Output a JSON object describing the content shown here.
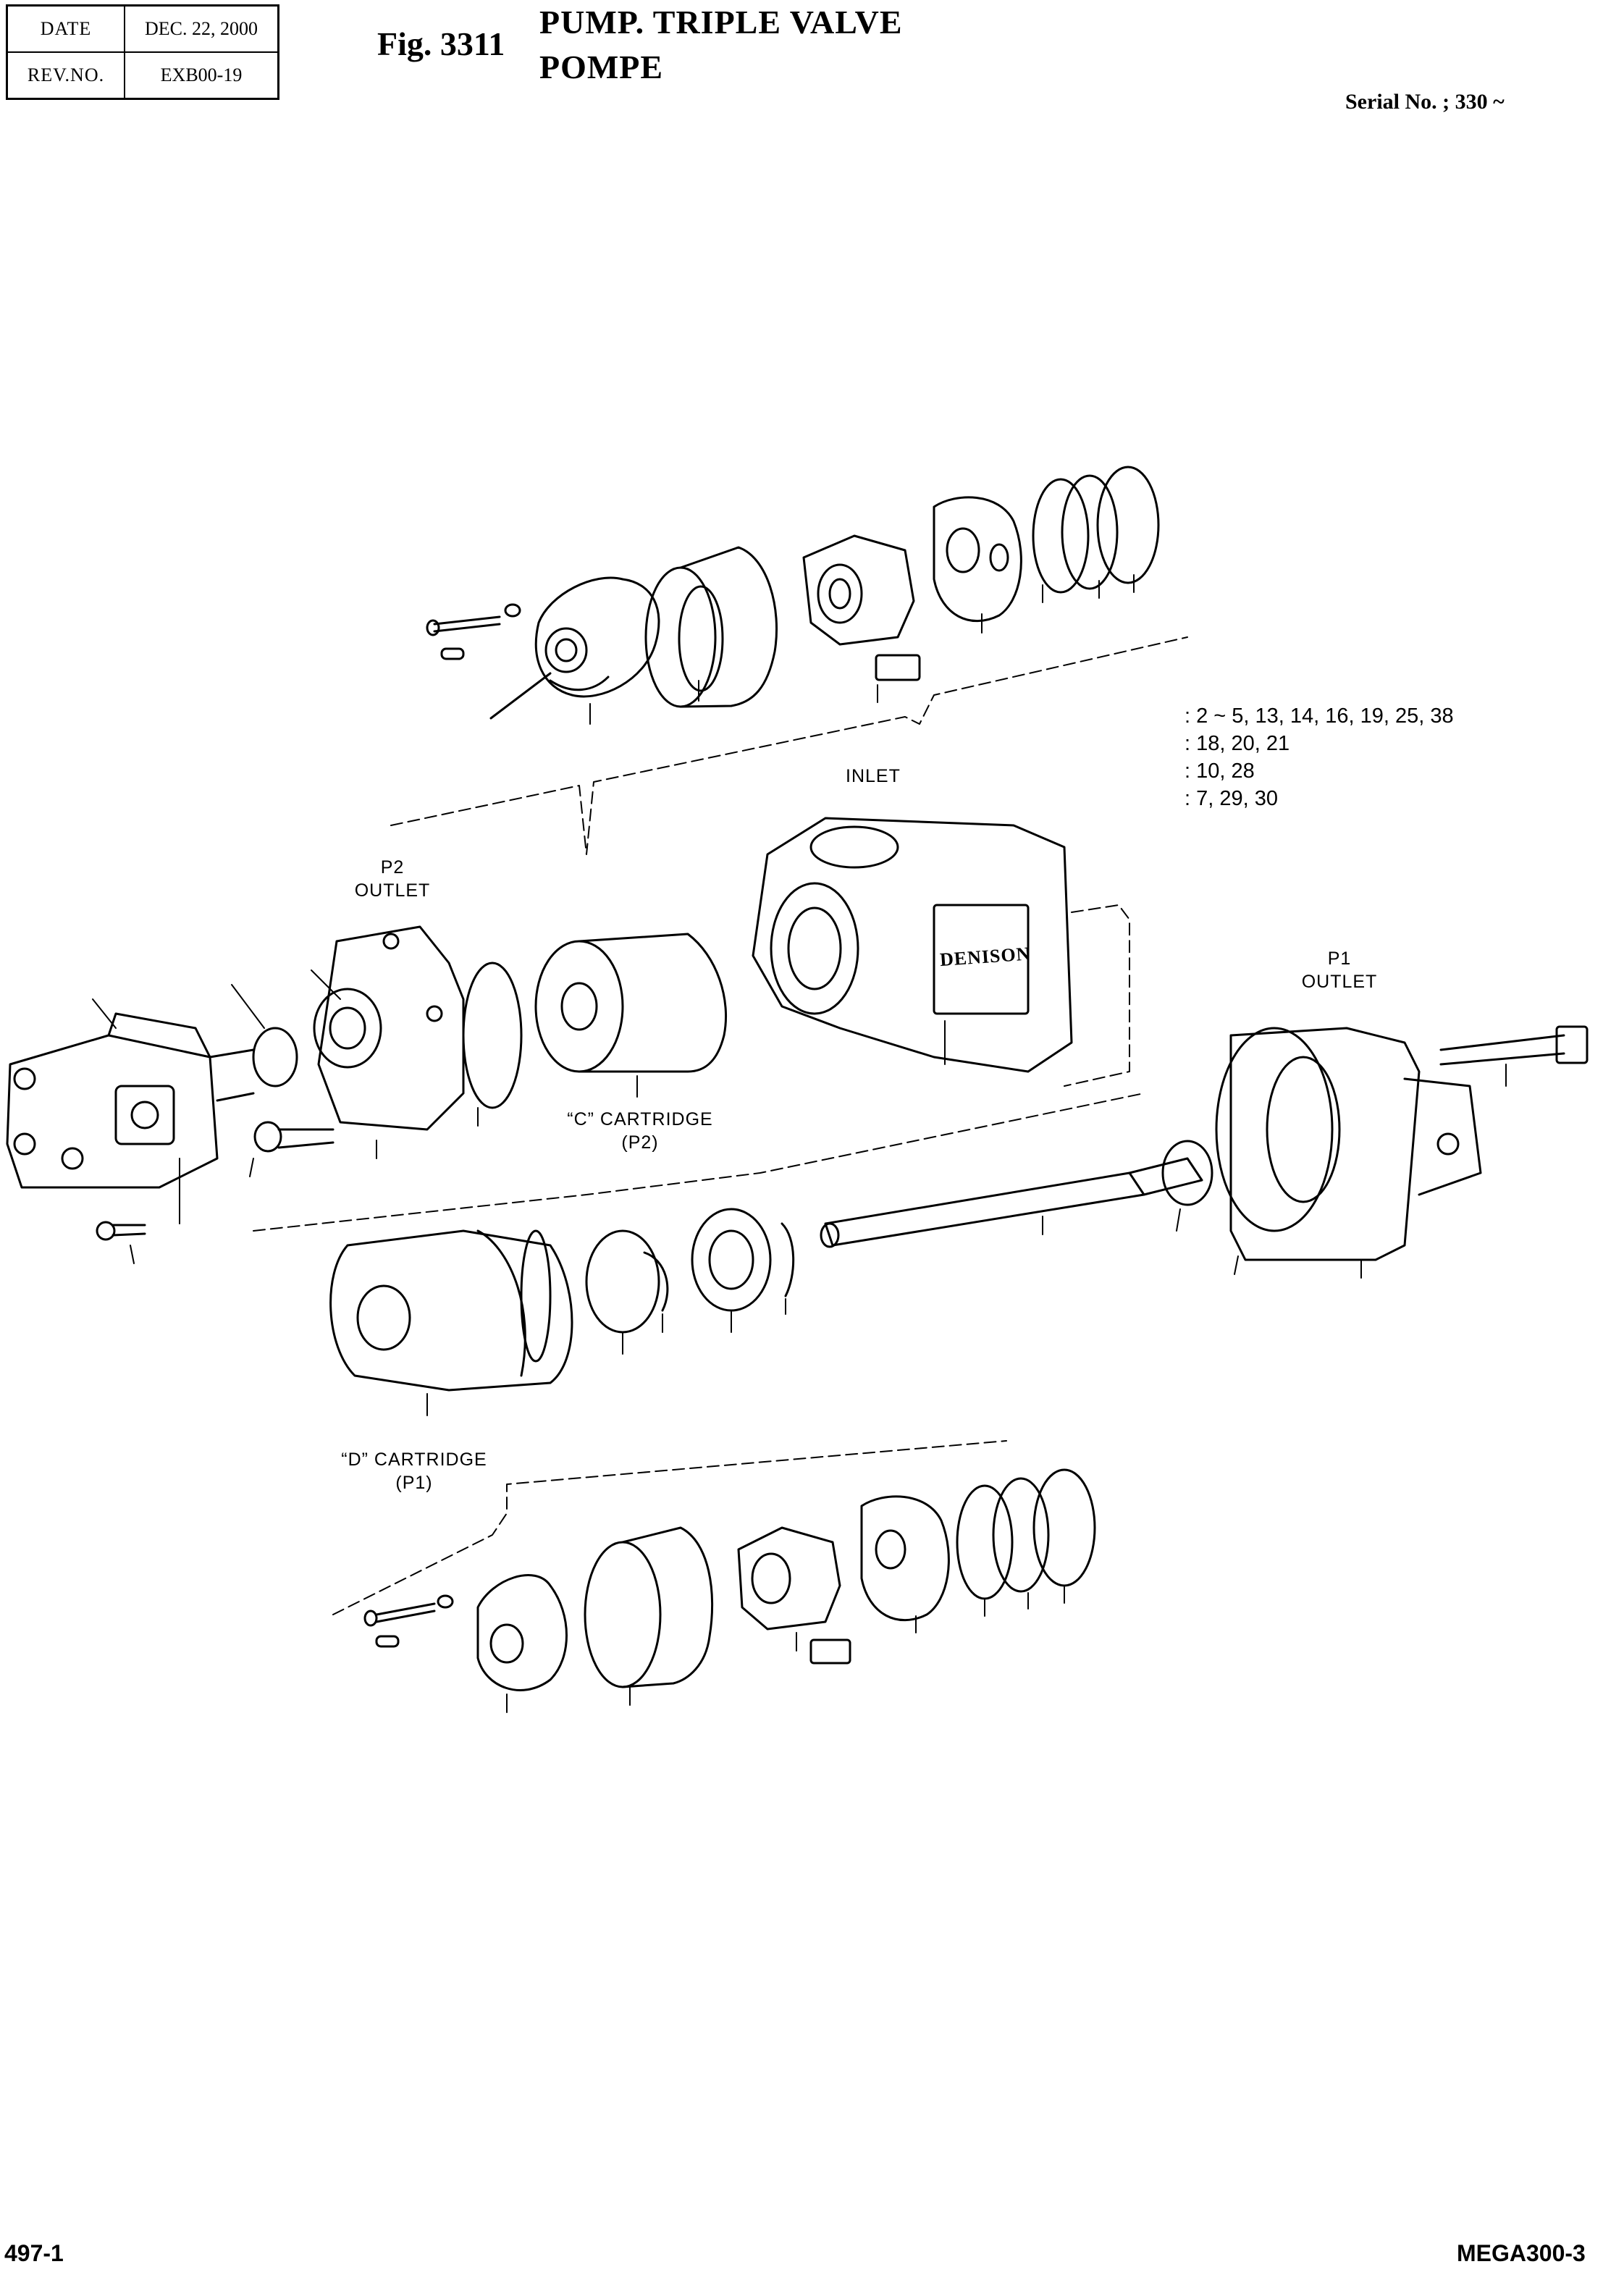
{
  "header": {
    "date_label": "DATE",
    "date_value": "DEC. 22, 2000",
    "rev_label": "REV.NO.",
    "rev_value": "EXB00-19",
    "fig_number": "Fig. 3311",
    "title_line1": "PUMP. TRIPLE VALVE",
    "title_line2": "POMPE",
    "serial": "Serial No. ; 330 ~"
  },
  "legend": [
    ": 2 ~ 5, 13, 14, 16, 19, 25, 38",
    ": 18, 20, 21",
    ": 10, 28",
    ": 7, 29, 30"
  ],
  "labels": {
    "inlet": "INLET",
    "p2_outlet_line1": "P2",
    "p2_outlet_line2": "OUTLET",
    "p1_outlet_line1": "P1",
    "p1_outlet_line2": "OUTLET",
    "c_cartridge_line1": "“C” CARTRIDGE",
    "c_cartridge_line2": "(P2)",
    "d_cartridge_line1": "“D” CARTRIDGE",
    "d_cartridge_line2": "(P1)",
    "housing_brand": "DENISON"
  },
  "footer": {
    "page_number": "497-1",
    "doc_code": "MEGA300-3"
  }
}
